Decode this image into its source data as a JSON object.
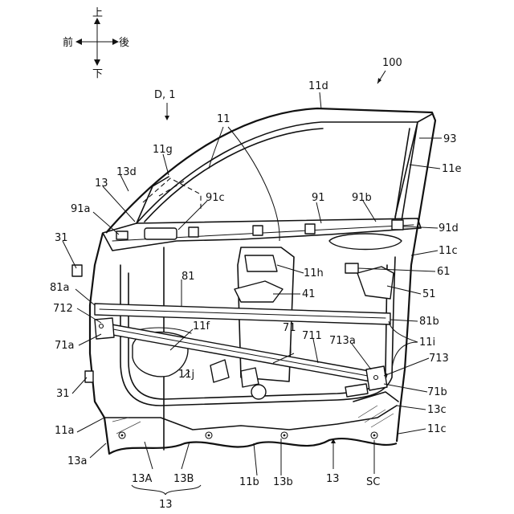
{
  "directions": {
    "up": "上",
    "down": "下",
    "front": "前",
    "rear": "後"
  },
  "labels": {
    "assembly": "100",
    "direction_d1": "D, 1",
    "n11": "11",
    "n11d": "11d",
    "n11g": "11g",
    "n13_top": "13",
    "n13d": "13d",
    "n91c": "91c",
    "n91": "91",
    "n91b": "91b",
    "n93": "93",
    "n11e": "11e",
    "n91a": "91a",
    "n91d": "91d",
    "n31_top": "31",
    "n11c_top": "11c",
    "n61": "61",
    "n11h": "11h",
    "n81a": "81a",
    "n81": "81",
    "n41": "41",
    "n51": "51",
    "n712": "712",
    "n81b": "81b",
    "n11f": "11f",
    "n71": "71",
    "n711": "711",
    "n713a": "713a",
    "n11i": "11i",
    "n71a": "71a",
    "n713": "713",
    "n11j": "11j",
    "n31_bottom": "31",
    "n71b": "71b",
    "n13c": "13c",
    "n11a": "11a",
    "n11c_bottom": "11c",
    "n13a": "13a",
    "n13A": "13A",
    "n13B": "13B",
    "n11b": "11b",
    "n13b": "13b",
    "n13_bottom_mid": "13",
    "nSC": "SC",
    "n13_bottom": "13"
  }
}
